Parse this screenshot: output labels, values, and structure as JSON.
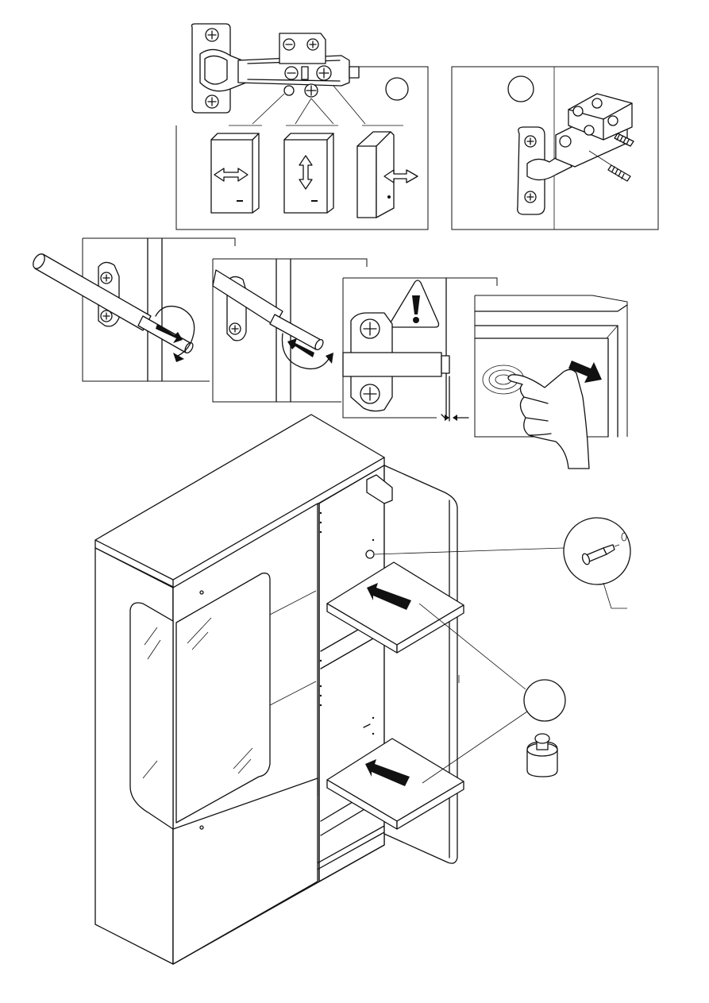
{
  "page": {
    "background": "#ffffff",
    "line_color": "#111111"
  },
  "panels": [
    {
      "id": "hinge-adjustment",
      "icons": [
        "hinge-icon",
        "horizontal-arrows-icon",
        "vertical-arrows-icon",
        "depth-arrows-icon"
      ]
    },
    {
      "id": "hinge-closeup",
      "icons": [
        "hinge-icon",
        "screw-icon"
      ]
    },
    {
      "id": "push-latch-screw-in",
      "icons": [
        "push-latch-icon",
        "rotate-clockwise-icon"
      ]
    },
    {
      "id": "push-latch-screw-out",
      "icons": [
        "push-latch-icon",
        "rotate-counterclockwise-icon"
      ]
    },
    {
      "id": "push-latch-gap",
      "icons": [
        "warning-icon",
        "push-latch-icon"
      ]
    },
    {
      "id": "push-to-open",
      "icons": [
        "hand-icon",
        "pull-arrow-icon"
      ]
    },
    {
      "id": "cabinet-shelves",
      "icons": [
        "cabinet-icon",
        "shelf-support-pin-icon",
        "weight-icon"
      ]
    }
  ]
}
